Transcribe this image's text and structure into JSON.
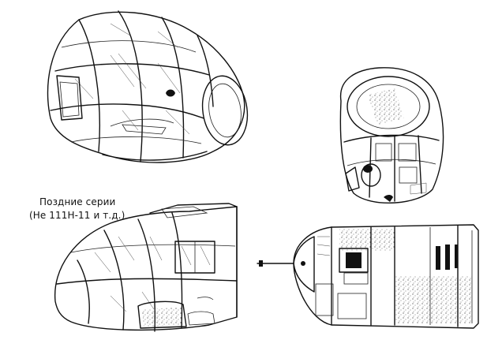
{
  "caption": {
    "line1": "Поздние серии",
    "line2": "(He 111H-11 и т.д.)"
  },
  "drawings": [
    {
      "name": "early-nose-glazing-three-quarter",
      "icon": "cockpit-glazing-drawing"
    },
    {
      "name": "nose-glazing-front-view",
      "icon": "cockpit-glazing-drawing"
    },
    {
      "name": "late-nose-glazing-side-view",
      "icon": "cockpit-glazing-drawing"
    },
    {
      "name": "nose-cutaway-top-view",
      "icon": "cockpit-cutaway-drawing"
    }
  ],
  "colors": {
    "ink": "#111111",
    "paper": "#ffffff"
  }
}
